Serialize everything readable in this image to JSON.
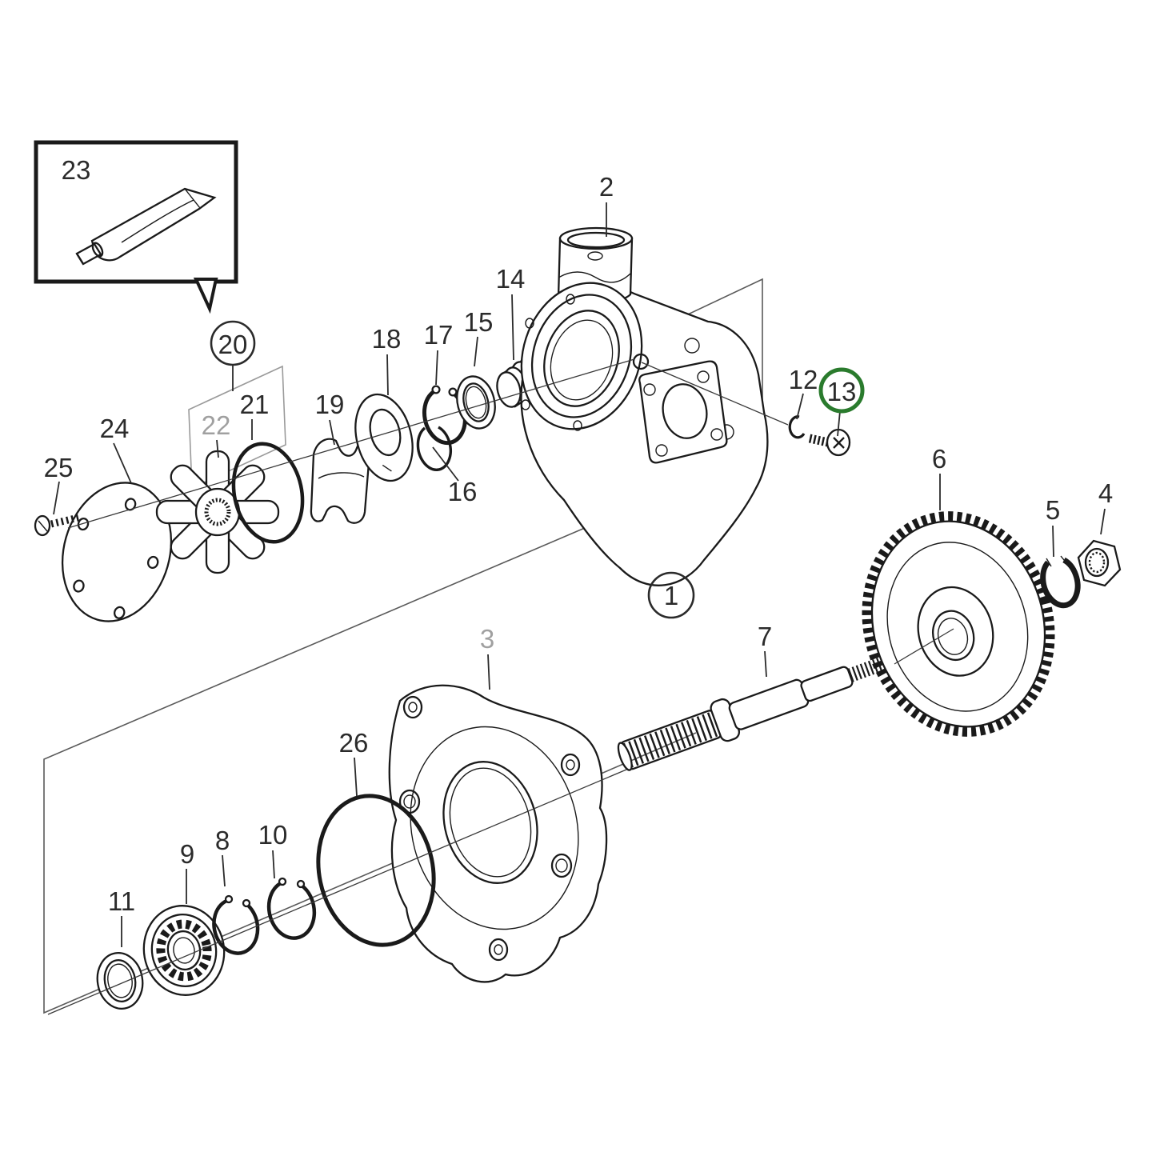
{
  "diagram": {
    "kind": "exploded-parts-diagram",
    "background_color": "#ffffff",
    "line_color": "#1a1a1a",
    "label_color": "#2b2b2b",
    "muted_label_color": "#a0a0a0",
    "highlight_color": "#2a7b2d",
    "callouts": [
      {
        "id": "1",
        "label": "1",
        "circled": true
      },
      {
        "id": "2",
        "label": "2"
      },
      {
        "id": "3",
        "label": "3",
        "muted": true
      },
      {
        "id": "4",
        "label": "4"
      },
      {
        "id": "5",
        "label": "5"
      },
      {
        "id": "6",
        "label": "6"
      },
      {
        "id": "7",
        "label": "7"
      },
      {
        "id": "8",
        "label": "8"
      },
      {
        "id": "9",
        "label": "9"
      },
      {
        "id": "10",
        "label": "10"
      },
      {
        "id": "11",
        "label": "11"
      },
      {
        "id": "12",
        "label": "12"
      },
      {
        "id": "13",
        "label": "13",
        "circled": true,
        "highlighted": true
      },
      {
        "id": "14",
        "label": "14"
      },
      {
        "id": "15",
        "label": "15"
      },
      {
        "id": "16",
        "label": "16"
      },
      {
        "id": "17",
        "label": "17"
      },
      {
        "id": "18",
        "label": "18"
      },
      {
        "id": "19",
        "label": "19"
      },
      {
        "id": "20",
        "label": "20",
        "circled": true
      },
      {
        "id": "21",
        "label": "21"
      },
      {
        "id": "22",
        "label": "22",
        "muted": true
      },
      {
        "id": "23",
        "label": "23"
      },
      {
        "id": "24",
        "label": "24"
      },
      {
        "id": "25",
        "label": "25"
      },
      {
        "id": "26",
        "label": "26"
      }
    ]
  }
}
